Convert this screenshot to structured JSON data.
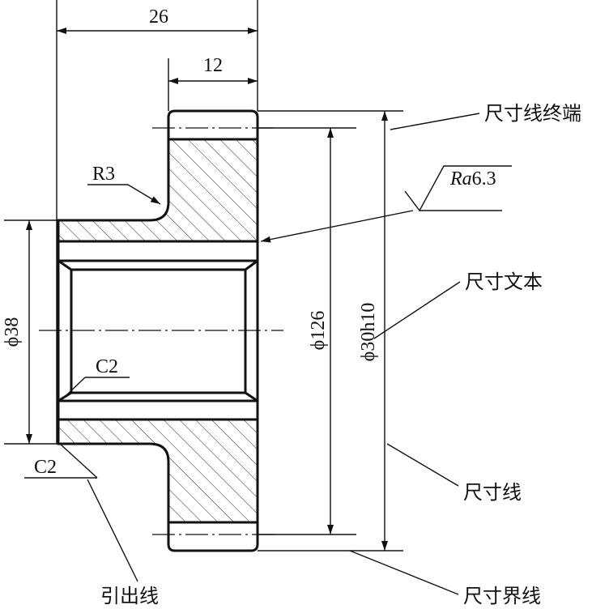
{
  "dimensions": {
    "overall_width": "26",
    "hub_width": "12",
    "fillet_radius": "R3",
    "inner_chamfer": "C2",
    "outer_chamfer": "C2",
    "bore_diameter": "ϕ38",
    "outer_diameter": "ϕ126",
    "tolerance_diameter": "ϕ30h10",
    "roughness_ra": "Ra",
    "roughness_value": "6.3"
  },
  "callouts": {
    "dimension_terminal": "尺寸线终端",
    "dimension_text": "尺寸文本",
    "dimension_line": "尺寸线",
    "extension_line": "尺寸界线",
    "leader_line": "引出线"
  }
}
